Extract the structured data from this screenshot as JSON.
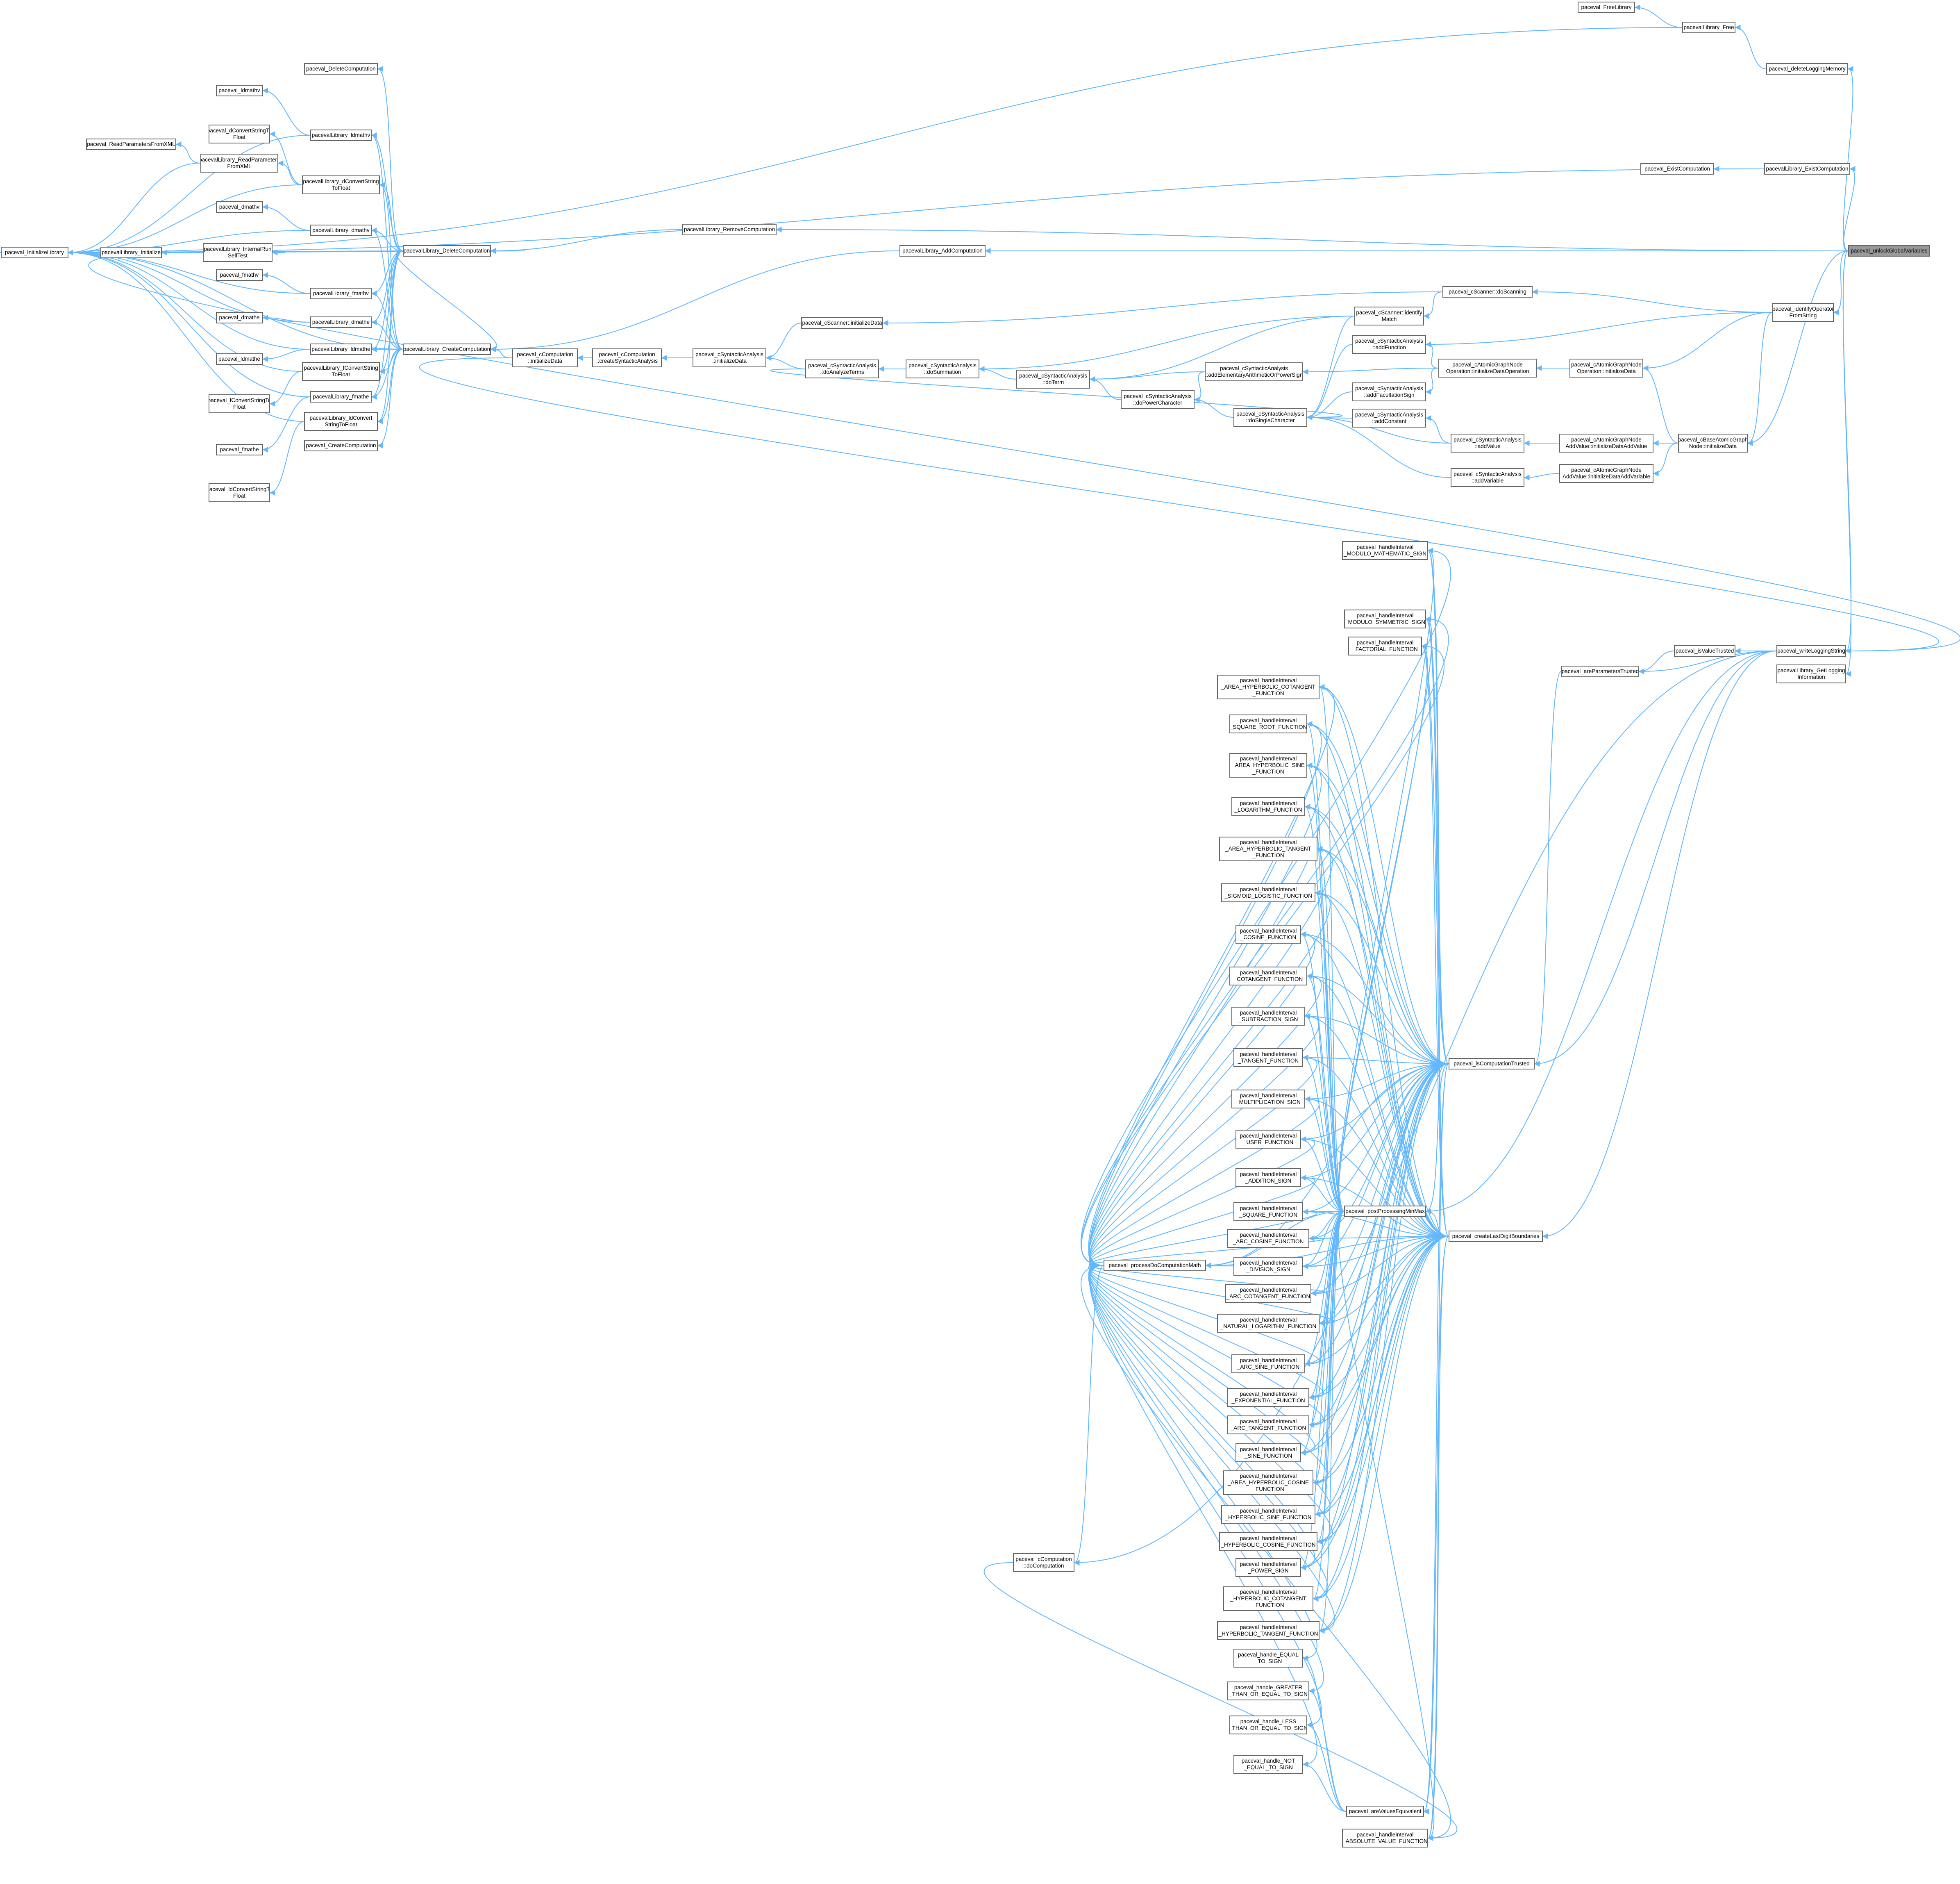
{
  "colors": {
    "edge": "#63b8ff",
    "node_border": "#666666",
    "node_fill": "#ffffff",
    "focus_fill": "#999999"
  },
  "nodes": [
    {
      "id": "n000",
      "label": "paceval_unlockGlobalVariables",
      "focus": true
    },
    {
      "id": "n001",
      "label": "paceval_FreeLibrary"
    },
    {
      "id": "n002",
      "label": "pacevalLibrary_Free"
    },
    {
      "id": "n003",
      "label": "paceval_deleteLoggingMemory"
    },
    {
      "id": "n004",
      "label": "paceval_ExistComputation"
    },
    {
      "id": "n005",
      "label": "pacevalLibrary_ExistComputation"
    },
    {
      "id": "n006",
      "label": "pacevalLibrary_RemoveComputation"
    },
    {
      "id": "n007",
      "label": "pacevalLibrary_AddComputation"
    },
    {
      "id": "n008",
      "label": "paceval_cScanner::doScanning"
    },
    {
      "id": "n009",
      "label": "paceval_identifyOperator\nFromString"
    },
    {
      "id": "n010",
      "label": "paceval_cScanner::initializeData"
    },
    {
      "id": "n011",
      "label": "paceval_cScanner::identify\nMatch"
    },
    {
      "id": "n012",
      "label": "paceval_cSyntacticAnalysis\n::addFunction"
    },
    {
      "id": "n013",
      "label": "paceval_cAtomicGraphNode\nOperation::initializeDataOperation"
    },
    {
      "id": "n014",
      "label": "paceval_cAtomicGraphNode\nOperation::initializeData"
    },
    {
      "id": "n015",
      "label": "paceval_cSyntacticAnalysis\n::addElementaryArithmeticOrPowerSign"
    },
    {
      "id": "n016",
      "label": "paceval_cSyntacticAnalysis\n::addFacultationSign"
    },
    {
      "id": "n017",
      "label": "paceval_cSyntacticAnalysis\n::addConstant"
    },
    {
      "id": "n018",
      "label": "paceval_cSyntacticAnalysis\n::addValue"
    },
    {
      "id": "n019",
      "label": "paceval_cAtomicGraphNode\nAddValue::initializeDataAddValue"
    },
    {
      "id": "n020",
      "label": "paceval_cBaseAtomicGraph\nNode::initializeData"
    },
    {
      "id": "n021",
      "label": "paceval_cSyntacticAnalysis\n::addVariable"
    },
    {
      "id": "n022",
      "label": "paceval_cAtomicGraphNode\nAddValue::initializeDataAddVariable"
    },
    {
      "id": "n023",
      "label": "paceval_InitializeLibrary"
    },
    {
      "id": "n024",
      "label": "pacevalLibrary_Initialize"
    },
    {
      "id": "n025",
      "label": "pacevalLibrary_InternalRun\nSelfTest"
    },
    {
      "id": "n026",
      "label": "pacevalLibrary_DeleteComputation"
    },
    {
      "id": "n027",
      "label": "pacevalLibrary_CreateComputation"
    },
    {
      "id": "n028",
      "label": "paceval_cComputation\n::initializeData"
    },
    {
      "id": "n029",
      "label": "paceval_cComputation\n::createSyntacticAnalysis"
    },
    {
      "id": "n030",
      "label": "paceval_cSyntacticAnalysis\n::initializeData"
    },
    {
      "id": "n031",
      "label": "paceval_cSyntacticAnalysis\n::doAnalyzeTerms"
    },
    {
      "id": "n032",
      "label": "paceval_cSyntacticAnalysis\n::doSummation"
    },
    {
      "id": "n033",
      "label": "paceval_cSyntacticAnalysis\n::doTerm"
    },
    {
      "id": "n034",
      "label": "paceval_cSyntacticAnalysis\n::doPowerCharacter"
    },
    {
      "id": "n035",
      "label": "paceval_cSyntacticAnalysis\n::doSingleCharacter"
    },
    {
      "id": "n036",
      "label": "paceval_DeleteComputation"
    },
    {
      "id": "n037",
      "label": "paceval_ldmathv"
    },
    {
      "id": "n038",
      "label": "pacevalLibrary_ldmathv"
    },
    {
      "id": "n039",
      "label": "paceval_dConvertStringTo\nFloat"
    },
    {
      "id": "n040",
      "label": "paceval_ReadParametersFromXML"
    },
    {
      "id": "n041",
      "label": "pacevalLibrary_ReadParameters\nFromXML"
    },
    {
      "id": "n042",
      "label": "pacevalLibrary_dConvertString\nToFloat"
    },
    {
      "id": "n043",
      "label": "paceval_dmathv"
    },
    {
      "id": "n044",
      "label": "pacevalLibrary_dmathv"
    },
    {
      "id": "n045",
      "label": "paceval_fmathv"
    },
    {
      "id": "n046",
      "label": "pacevalLibrary_fmathv"
    },
    {
      "id": "n047",
      "label": "paceval_dmathe"
    },
    {
      "id": "n048",
      "label": "pacevalLibrary_dmathe"
    },
    {
      "id": "n049",
      "label": "paceval_ldmathe"
    },
    {
      "id": "n050",
      "label": "pacevalLibrary_ldmathe"
    },
    {
      "id": "n051",
      "label": "paceval_fConvertStringTo\nFloat"
    },
    {
      "id": "n052",
      "label": "pacevalLibrary_fConvertString\nToFloat"
    },
    {
      "id": "n053",
      "label": "pacevalLibrary_fmathe"
    },
    {
      "id": "n054",
      "label": "paceval_fmathe"
    },
    {
      "id": "n055",
      "label": "pacevalLibrary_ldConvert\nStringToFloat"
    },
    {
      "id": "n056",
      "label": "paceval_CreateComputation"
    },
    {
      "id": "n057",
      "label": "paceval_ldConvertStringTo\nFloat"
    },
    {
      "id": "n058",
      "label": "paceval_writeLoggingString"
    },
    {
      "id": "n059",
      "label": "paceval_isValueTrusted"
    },
    {
      "id": "n060",
      "label": "paceval_areParametersTrusted"
    },
    {
      "id": "n061",
      "label": "pacevalLibrary_GetLogging\nInformation"
    },
    {
      "id": "n062",
      "label": "paceval_isComputationTrusted"
    },
    {
      "id": "n063",
      "label": "paceval_createLastDigitBoundaries"
    },
    {
      "id": "n064",
      "label": "paceval_postProcessingMinMax"
    },
    {
      "id": "n065",
      "label": "paceval_processDoComputationMath"
    },
    {
      "id": "n066",
      "label": "paceval_cComputation\n::doComputation"
    },
    {
      "id": "n067",
      "label": "paceval_handleInterval\n_MODULO_MATHEMATIC_SIGN"
    },
    {
      "id": "n068",
      "label": "paceval_handleInterval\n_MODULO_SYMMETRIC_SIGN"
    },
    {
      "id": "n069",
      "label": "paceval_handleInterval\n_FACTORIAL_FUNCTION"
    },
    {
      "id": "n070",
      "label": "paceval_handleInterval\n_AREA_HYPERBOLIC_COTANGENT\n_FUNCTION"
    },
    {
      "id": "n071",
      "label": "paceval_handleInterval\n_SQUARE_ROOT_FUNCTION"
    },
    {
      "id": "n072",
      "label": "paceval_handleInterval\n_AREA_HYPERBOLIC_SINE\n_FUNCTION"
    },
    {
      "id": "n073",
      "label": "paceval_handleInterval\n_LOGARITHM_FUNCTION"
    },
    {
      "id": "n074",
      "label": "paceval_handleInterval\n_AREA_HYPERBOLIC_TANGENT\n_FUNCTION"
    },
    {
      "id": "n075",
      "label": "paceval_handleInterval\n_SIGMOID_LOGISTIC_FUNCTION"
    },
    {
      "id": "n076",
      "label": "paceval_handleInterval\n_COSINE_FUNCTION"
    },
    {
      "id": "n077",
      "label": "paceval_handleInterval\n_COTANGENT_FUNCTION"
    },
    {
      "id": "n078",
      "label": "paceval_handleInterval\n_SUBTRACTION_SIGN"
    },
    {
      "id": "n079",
      "label": "paceval_handleInterval\n_TANGENT_FUNCTION"
    },
    {
      "id": "n080",
      "label": "paceval_handleInterval\n_MULTIPLICATION_SIGN"
    },
    {
      "id": "n081",
      "label": "paceval_handleInterval\n_USER_FUNCTION"
    },
    {
      "id": "n082",
      "label": "paceval_handleInterval\n_ADDITION_SIGN"
    },
    {
      "id": "n083",
      "label": "paceval_handleInterval\n_SQUARE_FUNCTION"
    },
    {
      "id": "n084",
      "label": "paceval_handleInterval\n_ARC_COSINE_FUNCTION"
    },
    {
      "id": "n085",
      "label": "paceval_handleInterval\n_DIVISION_SIGN"
    },
    {
      "id": "n086",
      "label": "paceval_handleInterval\n_ARC_COTANGENT_FUNCTION"
    },
    {
      "id": "n087",
      "label": "paceval_handleInterval\n_NATURAL_LOGARITHM_FUNCTION"
    },
    {
      "id": "n088",
      "label": "paceval_handleInterval\n_ARC_SINE_FUNCTION"
    },
    {
      "id": "n089",
      "label": "paceval_handleInterval\n_EXPONENTIAL_FUNCTION"
    },
    {
      "id": "n090",
      "label": "paceval_handleInterval\n_ARC_TANGENT_FUNCTION"
    },
    {
      "id": "n091",
      "label": "paceval_handleInterval\n_SINE_FUNCTION"
    },
    {
      "id": "n092",
      "label": "paceval_handleInterval\n_AREA_HYPERBOLIC_COSINE\n_FUNCTION"
    },
    {
      "id": "n093",
      "label": "paceval_handleInterval\n_HYPERBOLIC_SINE_FUNCTION"
    },
    {
      "id": "n094",
      "label": "paceval_handleInterval\n_HYPERBOLIC_COSINE_FUNCTION"
    },
    {
      "id": "n095",
      "label": "paceval_handleInterval\n_POWER_SIGN"
    },
    {
      "id": "n096",
      "label": "paceval_handleInterval\n_HYPERBOLIC_COTANGENT\n_FUNCTION"
    },
    {
      "id": "n097",
      "label": "paceval_handleInterval\n_HYPERBOLIC_TANGENT_FUNCTION"
    },
    {
      "id": "n098",
      "label": "paceval_handle_EQUAL\n_TO_SIGN"
    },
    {
      "id": "n099",
      "label": "paceval_handle_GREATER\n_THAN_OR_EQUAL_TO_SIGN"
    },
    {
      "id": "n100",
      "label": "paceval_handle_LESS\n_THAN_OR_EQUAL_TO_SIGN"
    },
    {
      "id": "n101",
      "label": "paceval_handle_NOT\n_EQUAL_TO_SIGN"
    },
    {
      "id": "n102",
      "label": "paceval_areValuesEquivalent"
    },
    {
      "id": "n103",
      "label": "paceval_handleInterval\n_ABSOLUTE_VALUE_FUNCTION"
    }
  ],
  "edges": [
    [
      "n001",
      "n002"
    ],
    [
      "n002",
      "n003"
    ],
    [
      "n003",
      "n000"
    ],
    [
      "n004",
      "n005"
    ],
    [
      "n005",
      "n000"
    ],
    [
      "n006",
      "n000"
    ],
    [
      "n007",
      "n000"
    ],
    [
      "n008",
      "n009"
    ],
    [
      "n009",
      "n000"
    ],
    [
      "n010",
      "n008"
    ],
    [
      "n011",
      "n008"
    ],
    [
      "n012",
      "n009"
    ],
    [
      "n013",
      "n014"
    ],
    [
      "n014",
      "n009"
    ],
    [
      "n014",
      "n020"
    ],
    [
      "n012",
      "n013"
    ],
    [
      "n015",
      "n013"
    ],
    [
      "n016",
      "n013"
    ],
    [
      "n017",
      "n018"
    ],
    [
      "n018",
      "n019"
    ],
    [
      "n019",
      "n020"
    ],
    [
      "n020",
      "n009"
    ],
    [
      "n020",
      "n000"
    ],
    [
      "n021",
      "n022"
    ],
    [
      "n022",
      "n020"
    ],
    [
      "n024",
      "n023"
    ],
    [
      "n025",
      "n024"
    ],
    [
      "n026",
      "n006"
    ],
    [
      "n026",
      "n025"
    ],
    [
      "n026",
      "n023"
    ],
    [
      "n027",
      "n007"
    ],
    [
      "n027",
      "n026"
    ],
    [
      "n027",
      "n028"
    ],
    [
      "n028",
      "n029"
    ],
    [
      "n029",
      "n030"
    ],
    [
      "n030",
      "n031"
    ],
    [
      "n031",
      "n032"
    ],
    [
      "n032",
      "n033"
    ],
    [
      "n033",
      "n034"
    ],
    [
      "n034",
      "n035"
    ],
    [
      "n035",
      "n031"
    ],
    [
      "n030",
      "n010"
    ],
    [
      "n033",
      "n011"
    ],
    [
      "n033",
      "n015"
    ],
    [
      "n034",
      "n015"
    ],
    [
      "n035",
      "n012"
    ],
    [
      "n035",
      "n016"
    ],
    [
      "n035",
      "n017"
    ],
    [
      "n035",
      "n018"
    ],
    [
      "n035",
      "n021"
    ],
    [
      "n035",
      "n011"
    ],
    [
      "n032",
      "n011"
    ],
    [
      "n036",
      "n026"
    ],
    [
      "n037",
      "n038"
    ],
    [
      "n038",
      "n026"
    ],
    [
      "n038",
      "n027"
    ],
    [
      "n039",
      "n042"
    ],
    [
      "n040",
      "n041"
    ],
    [
      "n041",
      "n042"
    ],
    [
      "n042",
      "n026"
    ],
    [
      "n042",
      "n027"
    ],
    [
      "n043",
      "n044"
    ],
    [
      "n044",
      "n026"
    ],
    [
      "n044",
      "n027"
    ],
    [
      "n045",
      "n046"
    ],
    [
      "n046",
      "n026"
    ],
    [
      "n046",
      "n027"
    ],
    [
      "n047",
      "n048"
    ],
    [
      "n048",
      "n026"
    ],
    [
      "n048",
      "n027"
    ],
    [
      "n049",
      "n050"
    ],
    [
      "n050",
      "n026"
    ],
    [
      "n050",
      "n027"
    ],
    [
      "n051",
      "n052"
    ],
    [
      "n052",
      "n026"
    ],
    [
      "n052",
      "n027"
    ],
    [
      "n054",
      "n053"
    ],
    [
      "n053",
      "n026"
    ],
    [
      "n053",
      "n027"
    ],
    [
      "n057",
      "n055"
    ],
    [
      "n055",
      "n026"
    ],
    [
      "n055",
      "n027"
    ],
    [
      "n056",
      "n027"
    ],
    [
      "n023",
      "n026"
    ],
    [
      "n023",
      "n027"
    ],
    [
      "n023",
      "n038"
    ],
    [
      "n023",
      "n041"
    ],
    [
      "n023",
      "n042"
    ],
    [
      "n023",
      "n044"
    ],
    [
      "n023",
      "n046"
    ],
    [
      "n023",
      "n048"
    ],
    [
      "n023",
      "n050"
    ],
    [
      "n023",
      "n052"
    ],
    [
      "n023",
      "n002"
    ],
    [
      "n023",
      "n005"
    ],
    [
      "n023",
      "n053"
    ],
    [
      "n023",
      "n055"
    ],
    [
      "n058",
      "n000"
    ],
    [
      "n058",
      "n025"
    ],
    [
      "n058",
      "n028"
    ],
    [
      "n059",
      "n058"
    ],
    [
      "n060",
      "n058"
    ],
    [
      "n060",
      "n059"
    ],
    [
      "n061",
      "n000"
    ],
    [
      "n062",
      "n058"
    ],
    [
      "n062",
      "n060"
    ],
    [
      "n063",
      "n058"
    ],
    [
      "n064",
      "n062"
    ],
    [
      "n064",
      "n063"
    ],
    [
      "n064",
      "n058"
    ],
    [
      "n065",
      "n062"
    ],
    [
      "n065",
      "n063"
    ],
    [
      "n065",
      "n064"
    ],
    [
      "n066",
      "n065"
    ],
    [
      "n066",
      "n058"
    ],
    [
      "n067",
      "n062"
    ],
    [
      "n067",
      "n063"
    ],
    [
      "n067",
      "n064"
    ],
    [
      "n067",
      "n065"
    ],
    [
      "n068",
      "n062"
    ],
    [
      "n068",
      "n063"
    ],
    [
      "n068",
      "n064"
    ],
    [
      "n068",
      "n065"
    ],
    [
      "n069",
      "n062"
    ],
    [
      "n069",
      "n063"
    ],
    [
      "n069",
      "n064"
    ],
    [
      "n069",
      "n065"
    ],
    [
      "n070",
      "n062"
    ],
    [
      "n070",
      "n063"
    ],
    [
      "n070",
      "n064"
    ],
    [
      "n070",
      "n065"
    ],
    [
      "n071",
      "n062"
    ],
    [
      "n071",
      "n063"
    ],
    [
      "n071",
      "n064"
    ],
    [
      "n071",
      "n065"
    ],
    [
      "n072",
      "n062"
    ],
    [
      "n072",
      "n063"
    ],
    [
      "n072",
      "n064"
    ],
    [
      "n072",
      "n065"
    ],
    [
      "n073",
      "n062"
    ],
    [
      "n073",
      "n063"
    ],
    [
      "n073",
      "n064"
    ],
    [
      "n073",
      "n065"
    ],
    [
      "n074",
      "n062"
    ],
    [
      "n074",
      "n063"
    ],
    [
      "n074",
      "n064"
    ],
    [
      "n074",
      "n065"
    ],
    [
      "n075",
      "n062"
    ],
    [
      "n075",
      "n063"
    ],
    [
      "n075",
      "n064"
    ],
    [
      "n075",
      "n065"
    ],
    [
      "n076",
      "n062"
    ],
    [
      "n076",
      "n063"
    ],
    [
      "n076",
      "n064"
    ],
    [
      "n076",
      "n065"
    ],
    [
      "n077",
      "n062"
    ],
    [
      "n077",
      "n063"
    ],
    [
      "n077",
      "n064"
    ],
    [
      "n077",
      "n065"
    ],
    [
      "n078",
      "n062"
    ],
    [
      "n078",
      "n063"
    ],
    [
      "n078",
      "n064"
    ],
    [
      "n078",
      "n065"
    ],
    [
      "n079",
      "n062"
    ],
    [
      "n079",
      "n063"
    ],
    [
      "n079",
      "n064"
    ],
    [
      "n079",
      "n065"
    ],
    [
      "n080",
      "n062"
    ],
    [
      "n080",
      "n063"
    ],
    [
      "n080",
      "n064"
    ],
    [
      "n080",
      "n065"
    ],
    [
      "n081",
      "n062"
    ],
    [
      "n081",
      "n063"
    ],
    [
      "n081",
      "n064"
    ],
    [
      "n081",
      "n065"
    ],
    [
      "n082",
      "n062"
    ],
    [
      "n082",
      "n063"
    ],
    [
      "n082",
      "n064"
    ],
    [
      "n082",
      "n065"
    ],
    [
      "n083",
      "n062"
    ],
    [
      "n083",
      "n063"
    ],
    [
      "n083",
      "n064"
    ],
    [
      "n083",
      "n065"
    ],
    [
      "n084",
      "n062"
    ],
    [
      "n084",
      "n063"
    ],
    [
      "n084",
      "n064"
    ],
    [
      "n084",
      "n065"
    ],
    [
      "n085",
      "n062"
    ],
    [
      "n085",
      "n063"
    ],
    [
      "n085",
      "n064"
    ],
    [
      "n085",
      "n065"
    ],
    [
      "n086",
      "n062"
    ],
    [
      "n086",
      "n063"
    ],
    [
      "n086",
      "n064"
    ],
    [
      "n086",
      "n065"
    ],
    [
      "n087",
      "n062"
    ],
    [
      "n087",
      "n063"
    ],
    [
      "n087",
      "n064"
    ],
    [
      "n087",
      "n065"
    ],
    [
      "n088",
      "n062"
    ],
    [
      "n088",
      "n063"
    ],
    [
      "n088",
      "n064"
    ],
    [
      "n088",
      "n065"
    ],
    [
      "n089",
      "n062"
    ],
    [
      "n089",
      "n063"
    ],
    [
      "n089",
      "n064"
    ],
    [
      "n089",
      "n065"
    ],
    [
      "n090",
      "n062"
    ],
    [
      "n090",
      "n063"
    ],
    [
      "n090",
      "n064"
    ],
    [
      "n090",
      "n065"
    ],
    [
      "n091",
      "n062"
    ],
    [
      "n091",
      "n063"
    ],
    [
      "n091",
      "n064"
    ],
    [
      "n091",
      "n065"
    ],
    [
      "n092",
      "n062"
    ],
    [
      "n092",
      "n063"
    ],
    [
      "n092",
      "n064"
    ],
    [
      "n092",
      "n065"
    ],
    [
      "n093",
      "n062"
    ],
    [
      "n093",
      "n063"
    ],
    [
      "n093",
      "n064"
    ],
    [
      "n093",
      "n065"
    ],
    [
      "n094",
      "n062"
    ],
    [
      "n094",
      "n063"
    ],
    [
      "n094",
      "n064"
    ],
    [
      "n094",
      "n065"
    ],
    [
      "n095",
      "n062"
    ],
    [
      "n095",
      "n063"
    ],
    [
      "n095",
      "n064"
    ],
    [
      "n095",
      "n065"
    ],
    [
      "n096",
      "n062"
    ],
    [
      "n096",
      "n063"
    ],
    [
      "n096",
      "n064"
    ],
    [
      "n096",
      "n065"
    ],
    [
      "n097",
      "n062"
    ],
    [
      "n097",
      "n063"
    ],
    [
      "n097",
      "n064"
    ],
    [
      "n097",
      "n065"
    ],
    [
      "n098",
      "n102"
    ],
    [
      "n098",
      "n065"
    ],
    [
      "n099",
      "n102"
    ],
    [
      "n099",
      "n065"
    ],
    [
      "n100",
      "n102"
    ],
    [
      "n100",
      "n065"
    ],
    [
      "n101",
      "n102"
    ],
    [
      "n101",
      "n065"
    ],
    [
      "n102",
      "n062"
    ],
    [
      "n102",
      "n063"
    ],
    [
      "n103",
      "n062"
    ],
    [
      "n103",
      "n063"
    ],
    [
      "n103",
      "n064"
    ],
    [
      "n103",
      "n065"
    ],
    [
      "n103",
      "n066"
    ]
  ]
}
